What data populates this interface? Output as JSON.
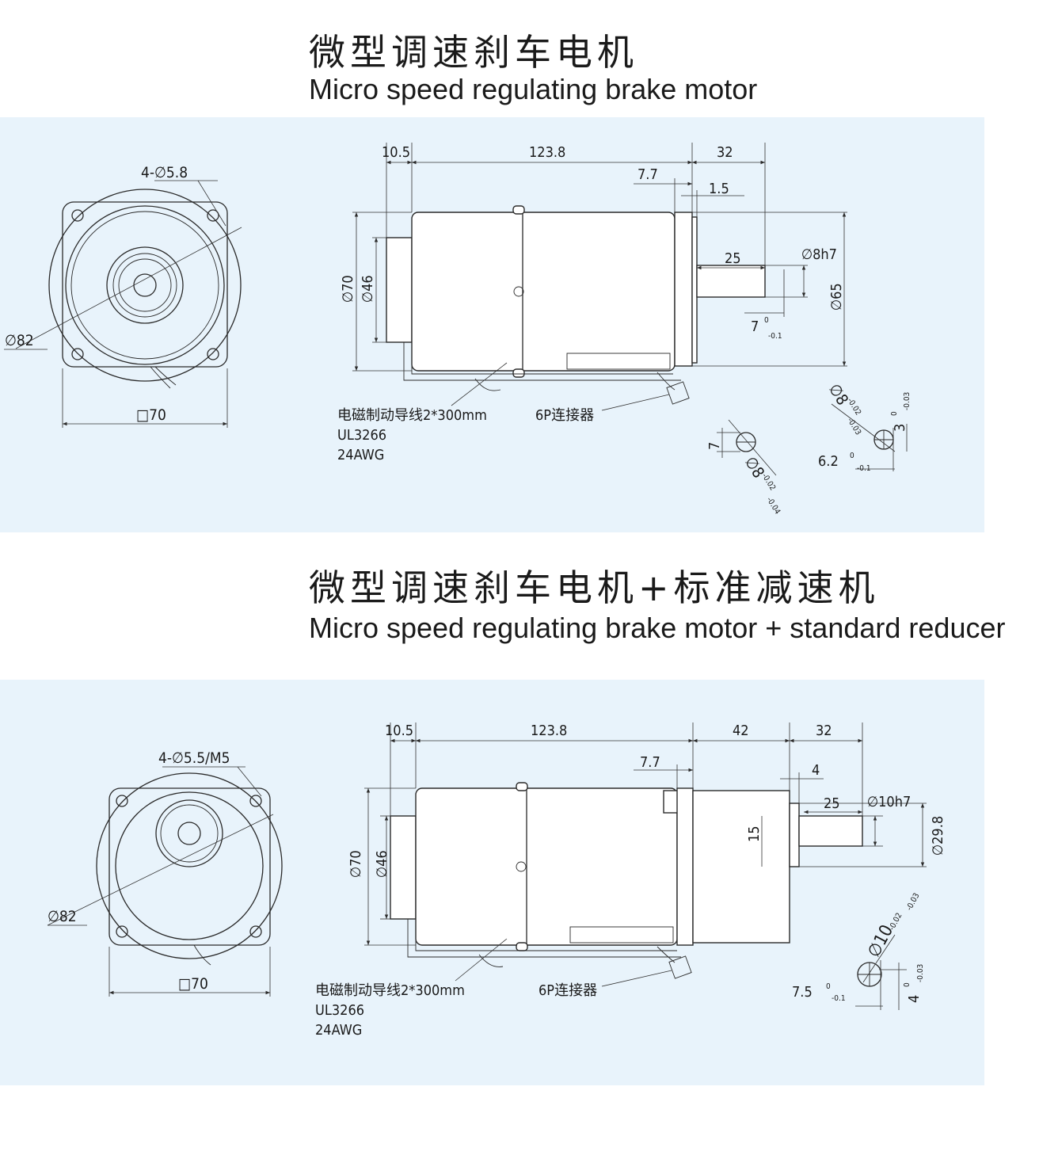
{
  "section1": {
    "title_cn": "微型调速刹车电机",
    "title_en": "Micro speed regulating brake motor",
    "front": {
      "bolt": "4-∅5.8",
      "pcd": "∅82",
      "square": "□70"
    },
    "side": {
      "d_rear": "10.5",
      "d_body": "123.8",
      "d_shaft_total": "32",
      "d_77": "7.7",
      "d_15": "1.5",
      "d_key": "25",
      "d_shaft": "∅8h7",
      "d_pilot": "∅65",
      "d_outer": "∅70",
      "d_inner": "∅46",
      "d_7": "7",
      "tol_0": "0",
      "tol_m01": "-0.1"
    },
    "wire": {
      "line1": "电磁制动导线2*300mm",
      "line2": "UL3266",
      "line3": "24AWG"
    },
    "connector": "6P连接器",
    "detail_a": {
      "dia": "∅8",
      "tol_upper": "-0.02",
      "tol_lower": "-0.03",
      "key": "3",
      "key_tol0": "0",
      "key_tol": "-0.03",
      "depth": "6.2",
      "depth_tol0": "0",
      "depth_tol": "-0.1"
    },
    "detail_b": {
      "flat": "7",
      "dia": "∅8",
      "tol_upper": "-0.02",
      "tol_lower": "-0.04"
    }
  },
  "section2": {
    "title_cn": "微型调速刹车电机+标准减速机",
    "title_en": "Micro speed regulating brake motor + standard reducer",
    "front": {
      "bolt": "4-∅5.5/M5",
      "pcd": "∅82",
      "square": "□70"
    },
    "side": {
      "d_rear": "10.5",
      "d_body": "123.8",
      "d_gear": "42",
      "d_shaft_total": "32",
      "d_77": "7.7",
      "d_4": "4",
      "d_key": "25",
      "d_shaft": "∅10h7",
      "d_pilot": "∅29.8",
      "d_15": "15",
      "d_outer": "∅70",
      "d_inner": "∅46"
    },
    "wire": {
      "line1": "电磁制动导线2*300mm",
      "line2": "UL3266",
      "line3": "24AWG"
    },
    "connector": "6P连接器",
    "detail": {
      "dia": "∅10",
      "tol_upper": "-0.02",
      "tol_lower": "-0.03",
      "key": "4",
      "key_tol0": "0",
      "key_tol": "-0.03",
      "depth": "7.5",
      "depth_tol0": "0",
      "depth_tol": "-0.1"
    }
  }
}
